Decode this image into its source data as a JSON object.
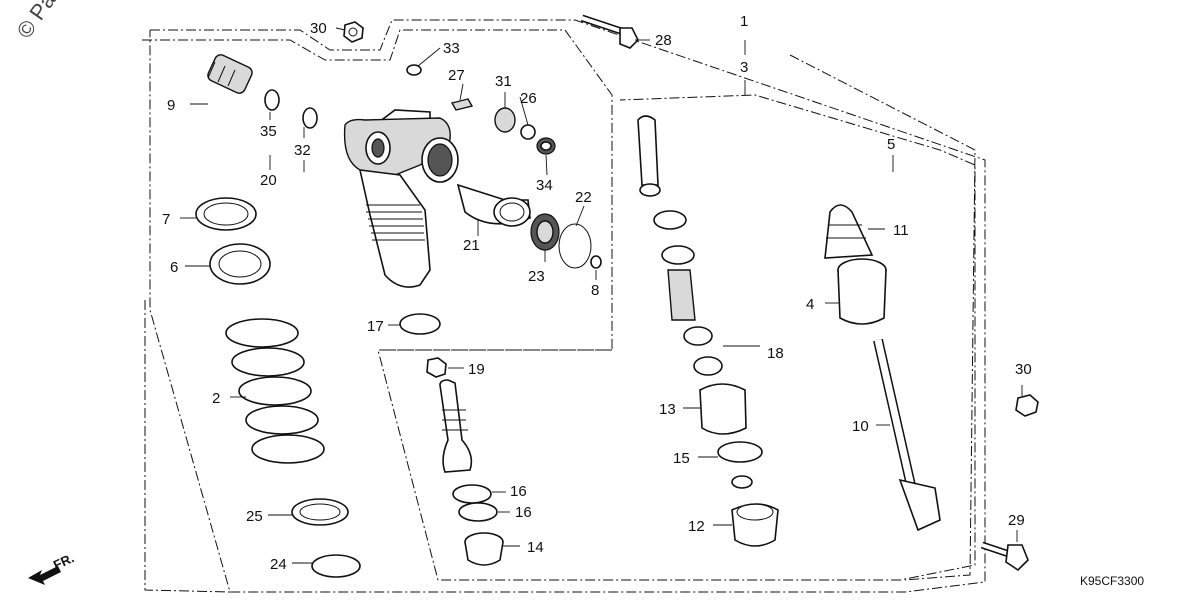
{
  "copyright": "© Pa",
  "diagram_code": "K95CF3300",
  "front_marker": "FR.",
  "callouts": {
    "c1": "1",
    "c2": "2",
    "c3": "3",
    "c4": "4",
    "c5": "5",
    "c6": "6",
    "c7": "7",
    "c8": "8",
    "c9": "9",
    "c10": "10",
    "c11": "11",
    "c12": "12",
    "c13": "13",
    "c14": "14",
    "c15": "15",
    "c16a": "16",
    "c16b": "16",
    "c17": "17",
    "c18": "18",
    "c19": "19",
    "c20": "20",
    "c21": "21",
    "c22": "22",
    "c23": "23",
    "c24": "24",
    "c25": "25",
    "c26": "26",
    "c27": "27",
    "c28": "28",
    "c29": "29",
    "c30a": "30",
    "c30b": "30",
    "c31": "31",
    "c32": "32",
    "c33": "33",
    "c34": "34",
    "c35": "35"
  }
}
